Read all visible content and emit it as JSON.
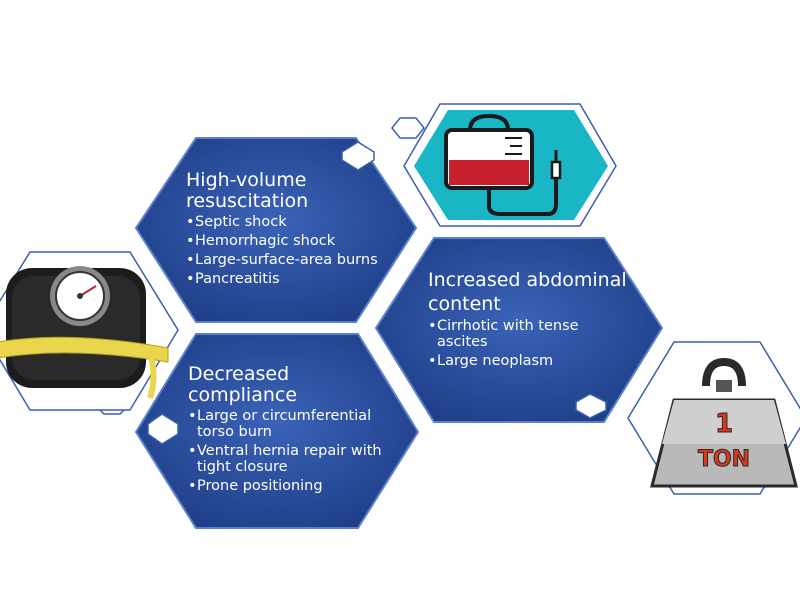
{
  "colors": {
    "hex_fill": "#2d4f9c",
    "hex_border": "#4a70c2",
    "teal": "#19b6c5",
    "outline": "#3a5fb0",
    "blood": "#c8202c"
  },
  "resuscitation": {
    "title": "High-volume resuscitation",
    "items": [
      "Septic shock",
      "Hemorrhagic shock",
      "Large-surface-area burns",
      "Pancreatitis"
    ]
  },
  "abdominal": {
    "title": "Increased abdominal content",
    "items": [
      "Cirrhotic with tense ascites",
      "Large neoplasm"
    ]
  },
  "compliance": {
    "title": "Decreased compliance",
    "items": [
      "Large or circumferential torso burn",
      "Ventral hernia repair with tight closure",
      "Prone positioning"
    ]
  },
  "icons": {
    "iv_bag": "iv-bag-icon",
    "scale": "bathroom-scale-icon",
    "weight": "one-ton-weight-icon"
  },
  "weight_label_1": "1",
  "weight_label_ton": "TON"
}
